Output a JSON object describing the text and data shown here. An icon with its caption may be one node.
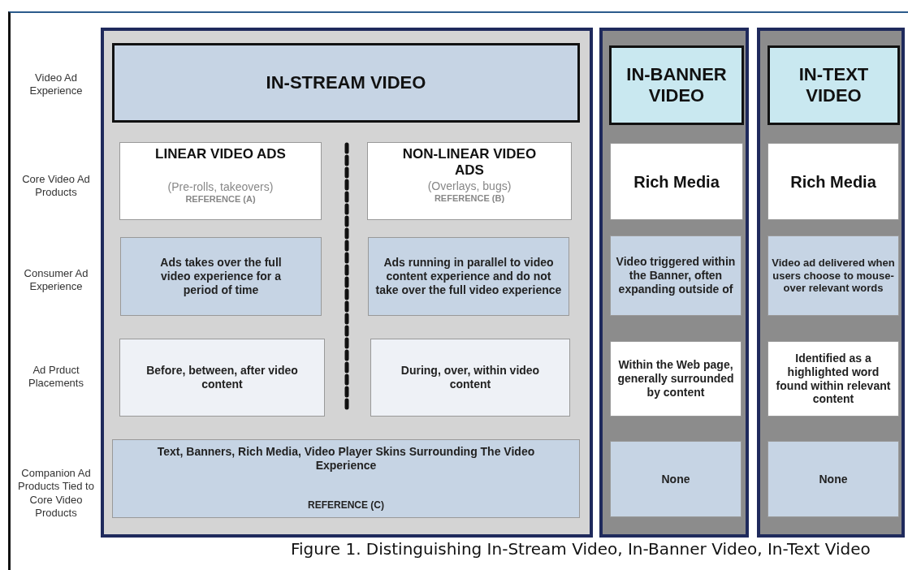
{
  "diagram": {
    "caption": "Figure 1. Distinguishing In-Stream Video, In-Banner Video, In-Text Video",
    "nodes": [
      {
        "text": [],
        "shape": "box"
      },
      {
        "text": [
          "IN-STREAM VIDEO"
        ],
        "in": 0
      },
      {
        "text": [
          "LINEAR VIDEO ADS",
          "(Pre-rolls, takeovers)",
          "REFERENCE (A)"
        ],
        "in": 0
      },
      {
        "text": [
          "NON-LINEAR VIDEO ADS",
          "(Overlays, bugs)",
          "REFERENCE (B)"
        ],
        "in": 0
      },
      {
        "text": [
          "Ads takes over the full video experience for a period of time"
        ],
        "in": 0
      },
      {
        "text": [
          "Ads running in parallel to video content experience and do not take over the full video experience"
        ],
        "in": 0
      },
      {
        "text": [
          "Before, between, after video content"
        ],
        "in": 0
      },
      {
        "text": [
          "During, over, within video content"
        ],
        "in": 0
      },
      {
        "text": [
          "Text, Banners, Rich Media, Video Player Skins Surrounding The Video Experience",
          "REFERENCE (C)"
        ],
        "in": 0
      },
      {
        "text": [],
        "shape": "box"
      },
      {
        "text": [
          "IN-BANNER VIDEO"
        ],
        "in": 9
      },
      {
        "text": [
          "Rich Media"
        ],
        "in": 9
      },
      {
        "text": [
          "Video triggered within the Banner, often expanding outside of"
        ],
        "in": 9
      },
      {
        "text": [
          "Within the Web page, generally surrounded by content"
        ],
        "in": 9
      },
      {
        "text": [
          "None"
        ],
        "in": 9
      },
      {
        "text": [],
        "shape": "box"
      },
      {
        "text": [
          "IN-TEXT VIDEO"
        ],
        "in": 15
      },
      {
        "text": [
          "Rich Media"
        ],
        "in": 15
      },
      {
        "text": [
          "Video ad delivered when users choose to mouse-over relevant words"
        ],
        "in": 15
      },
      {
        "text": [
          "Identified as a highlighted word found within relevant content"
        ],
        "in": 15
      },
      {
        "text": [
          "None"
        ],
        "in": 15
      }
    ],
    "labels": [
      "Video Ad Experience",
      "Core Video Ad Products",
      "Consumer Ad Experience",
      "Ad Prduct Placements",
      "Companion Ad Products Tied to Core Video Products"
    ]
  }
}
